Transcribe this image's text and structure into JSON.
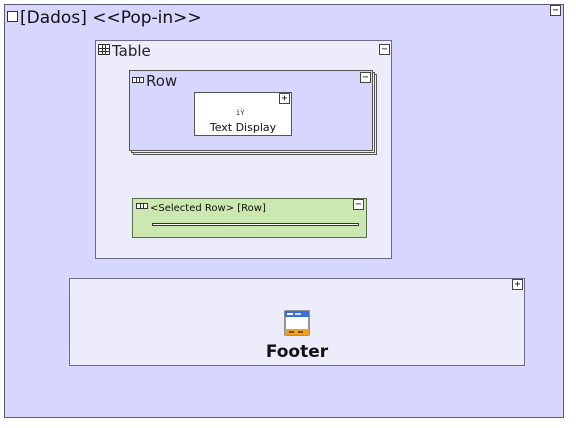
{
  "popin": {
    "title": "[Dados] <<Pop-in>>",
    "toggle": "−"
  },
  "table": {
    "title": "Table",
    "toggle": "−",
    "row": {
      "title": "Row",
      "toggle": "−",
      "text_display": {
        "label": "Text Display",
        "icon_glyph": "ïŸ",
        "toggle": "+"
      }
    },
    "selected_row": {
      "title": "<Selected Row> [Row]",
      "toggle": "−"
    }
  },
  "footer": {
    "label": "Footer",
    "toggle": "+",
    "icon": "window-icon"
  },
  "colors": {
    "popin_bg": "#d6d6ff",
    "panel_bg": "#ececfb",
    "selected_row_bg": "#cbe8b0",
    "footer_icon_blue": "#3a6fd8",
    "footer_icon_orange": "#f0a020"
  }
}
